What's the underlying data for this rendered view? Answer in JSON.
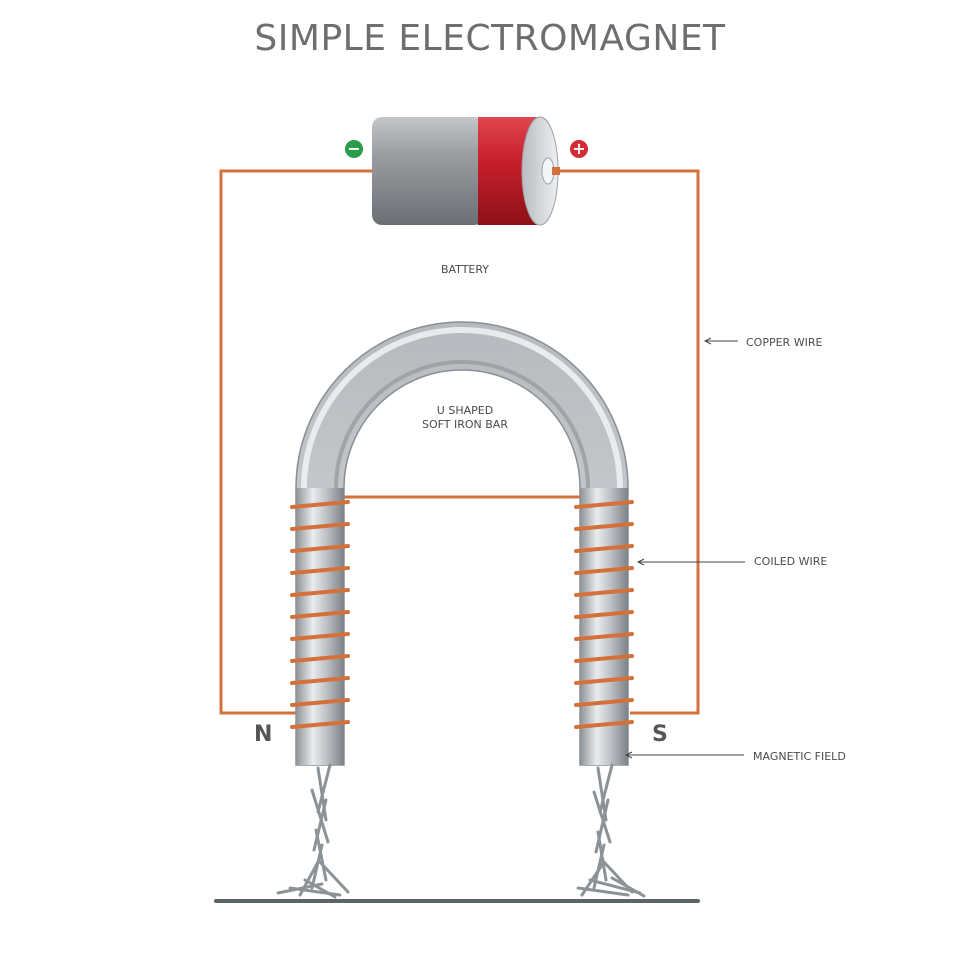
{
  "title": "SIMPLE ELECTROMAGNET",
  "labels": {
    "battery": "BATTERY",
    "copper_wire": "COPPER WIRE",
    "iron_bar_line1": "U SHAPED",
    "iron_bar_line2": "SOFT IRON BAR",
    "coiled_wire": "COILED WIRE",
    "magnetic_field": "MAGNETIC FIELD",
    "north_pole": "N",
    "south_pole": "S",
    "negative_terminal": "−",
    "positive_terminal": "+"
  },
  "colors": {
    "wire": "#d4713a",
    "negative": "#2a9d4b",
    "positive": "#d42b35",
    "battery_body": "#8c8f93",
    "battery_cap": "#c8202c",
    "iron": "#c9cdd1",
    "ground": "#5b6469"
  }
}
